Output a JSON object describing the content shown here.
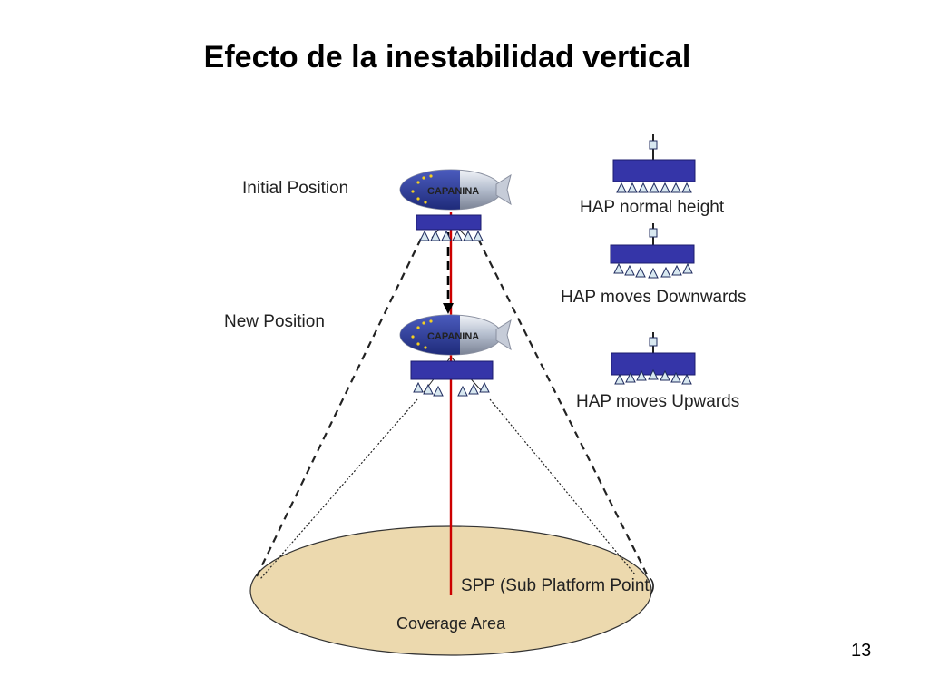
{
  "slide": {
    "title": "Efecto de la inestabilidad vertical",
    "page_number": "13"
  },
  "diagram": {
    "labels": {
      "initial_position": "Initial Position",
      "new_position": "New Position",
      "spp": "SPP (Sub Platform Point)",
      "coverage_area": "Coverage Area"
    },
    "airship_logo": "CAPANINA",
    "legend": [
      {
        "label": "HAP normal height"
      },
      {
        "label": "HAP moves Downwards"
      },
      {
        "label": "HAP moves Upwards"
      }
    ]
  },
  "colors": {
    "platform_fill": "#3535a8",
    "platform_stroke": "#1c1c6e",
    "coverage_fill": "#ecd9ae",
    "spp_line": "#cc0000",
    "antenna_fill": "#d8e8f0"
  }
}
